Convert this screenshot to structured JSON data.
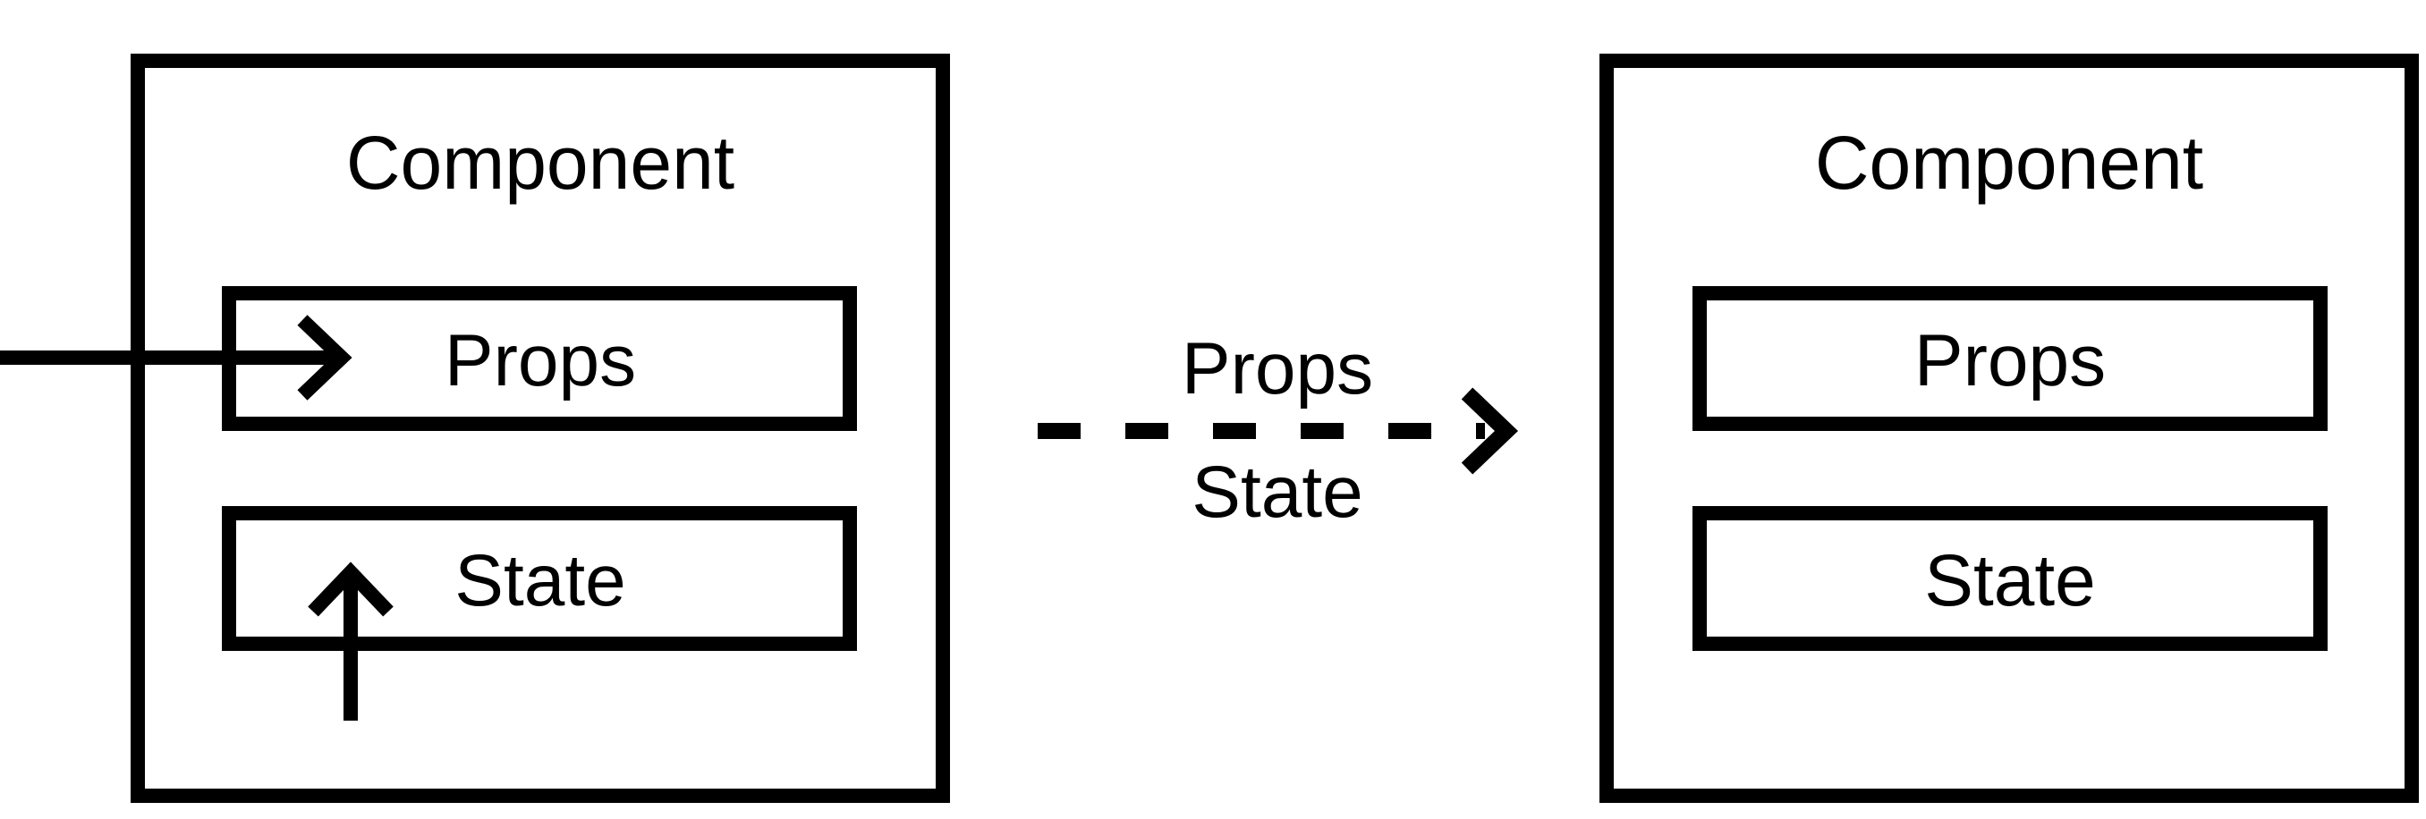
{
  "left_component": {
    "title": "Component",
    "props_label": "Props",
    "state_label": "State"
  },
  "transfer": {
    "top_label": "Props",
    "bottom_label": "State"
  },
  "right_component": {
    "title": "Component",
    "props_label": "Props",
    "state_label": "State"
  },
  "colors": {
    "stroke": "#000000",
    "background": "#ffffff"
  }
}
